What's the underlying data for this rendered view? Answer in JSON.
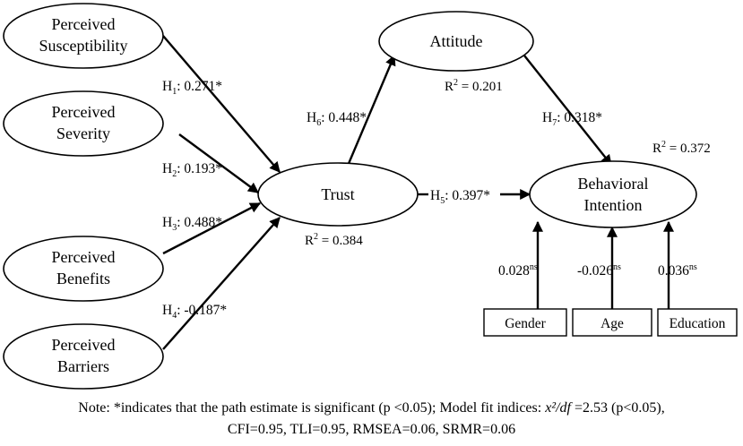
{
  "nodes": {
    "susceptibility": {
      "line1": "Perceived",
      "line2": "Susceptibility"
    },
    "severity": {
      "line1": "Perceived",
      "line2": "Severity"
    },
    "benefits": {
      "line1": "Perceived",
      "line2": "Benefits"
    },
    "barriers": {
      "line1": "Perceived",
      "line2": "Barriers"
    },
    "trust": {
      "label": "Trust"
    },
    "attitude": {
      "label": "Attitude"
    },
    "intention": {
      "line1": "Behavioral",
      "line2": "Intention"
    }
  },
  "controls": {
    "gender": "Gender",
    "age": "Age",
    "education": "Education"
  },
  "paths": {
    "h1": {
      "h": "H",
      "sub": "1",
      "value": ": 0.271*"
    },
    "h2": {
      "h": "H",
      "sub": "2",
      "value": ": 0.193*"
    },
    "h3": {
      "h": "H",
      "sub": "3",
      "value": ": 0.488*"
    },
    "h4": {
      "h": "H",
      "sub": "4",
      "value": ": -0.187*"
    },
    "h5": {
      "h": "H",
      "sub": "5",
      "value": ": 0.397*"
    },
    "h6": {
      "h": "H",
      "sub": "6",
      "value": ": 0.448*"
    },
    "h7": {
      "h": "H",
      "sub": "7",
      "value": ": 0.318*"
    }
  },
  "r_squared": {
    "attitude": {
      "r": "R",
      "sup": "2",
      "value": " = 0.201"
    },
    "trust": {
      "r": "R",
      "sup": "2",
      "value": " = 0.384"
    },
    "intention": {
      "r": "R",
      "sup": "2",
      "value": " = 0.372"
    }
  },
  "control_effects": {
    "gender": {
      "value": "0.028",
      "sup": "ns"
    },
    "age": {
      "value": "-0.026",
      "sup": "ns"
    },
    "education": {
      "value": "0.036",
      "sup": "ns"
    }
  },
  "note": {
    "line1_a": "Note: *indicates that the path estimate is significant (p <0.05); Model fit indices: ",
    "math": "x²/df",
    "line1_b": " =2.53 (p<0.05),",
    "line2": "CFI=0.95, TLI=0.95, RMSEA=0.06, SRMR=0.06"
  }
}
